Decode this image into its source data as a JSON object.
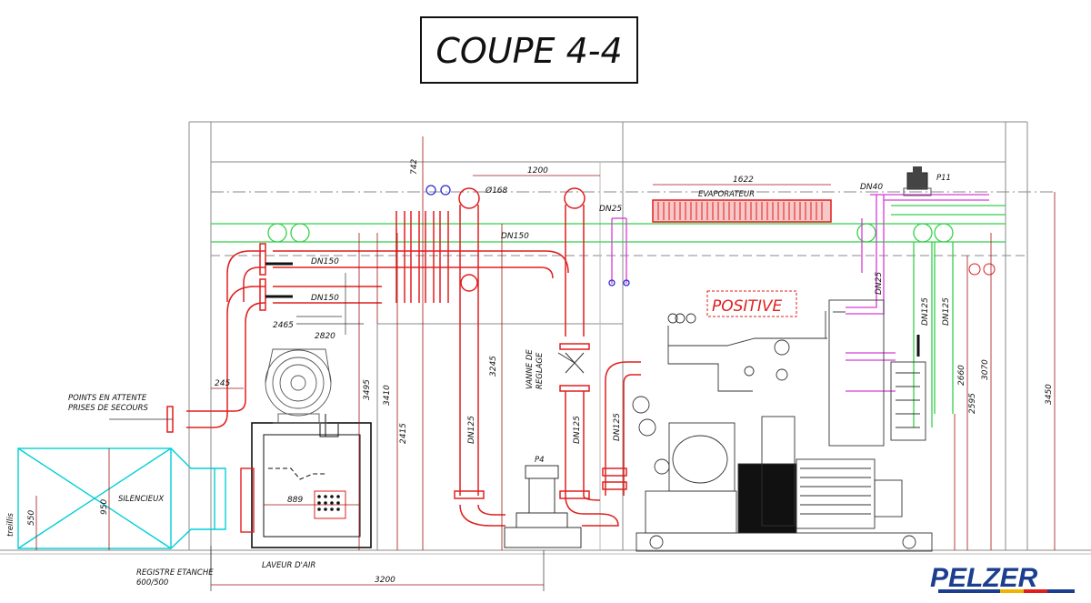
{
  "title": "COUPE 4-4",
  "logo": "PELZER",
  "colors": {
    "pipe_red": "#e01e1e",
    "pipe_green": "#35d04a",
    "pipe_magenta": "#d63cd6",
    "cyan": "#00cfd6",
    "blue": "#2a2ad6",
    "line_gray": "#8a8a8a",
    "ink": "#111111",
    "logo_blue": "#1b3e8f"
  },
  "labels": {
    "positive": "POSITIVE",
    "evaporateur": "EVAPORATEUR",
    "silencieux": "SILENCIEUX",
    "laveur": "LAVEUR D'AIR",
    "registre_1": "REGISTRE ETANCHE",
    "registre_2": "600/500",
    "points_1": "POINTS EN ATTENTE",
    "points_2": "PRISES DE SECOURS",
    "vanne_1": "VANNE DE",
    "vanne_2": "REGLAGE",
    "treillis": "treillis",
    "p4": "P4",
    "p11": "P11"
  },
  "pipe_labels": {
    "dn150_a": "DN150",
    "dn150_b": "DN150",
    "dn150_c": "DN150",
    "dn125_a": "DN125",
    "dn125_b": "DN125",
    "dn125_c": "DN125",
    "dn125_d": "DN125",
    "dn125_e": "DN125",
    "dn25_a": "DN25",
    "dn25_b": "DN25",
    "dn40": "DN40",
    "phi168": "Ø168"
  },
  "dimensions": {
    "d742": "742",
    "d1200": "1200",
    "d1622": "1622",
    "d2465": "2465",
    "d2820": "2820",
    "d245": "245",
    "d3495": "3495",
    "d3410": "3410",
    "d3245": "3245",
    "d2415": "2415",
    "d889": "889",
    "d950": "950",
    "d550": "550",
    "d3200": "3200",
    "d2660": "2660",
    "d3070": "3070",
    "d2595": "2595",
    "d3450": "3450"
  }
}
